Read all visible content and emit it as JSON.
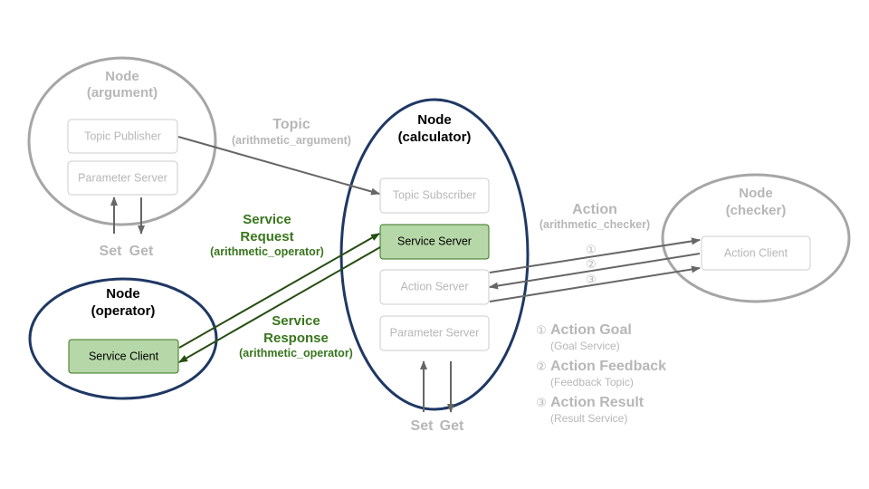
{
  "colors": {
    "grey_node": "#a6a6a6",
    "blue_node": "#1f3864",
    "grey_text": "#b7b7b7",
    "grey_arrow": "#666666",
    "green_text": "#38761d",
    "green_arrow": "#274e13",
    "green_fill": "#b6d7a8",
    "box_border": "#cccccc"
  },
  "nodes": {
    "argument": {
      "title_line1": "Node",
      "title_line2": "(argument)",
      "boxes": {
        "topic_publisher": "Topic Publisher",
        "parameter_server": "Parameter Server"
      },
      "set": "Set",
      "get": "Get"
    },
    "calculator": {
      "title_line1": "Node",
      "title_line2": "(calculator)",
      "boxes": {
        "topic_subscriber": "Topic Subscriber",
        "service_server": "Service Server",
        "action_server": "Action Server",
        "parameter_server": "Parameter Server"
      },
      "set": "Set",
      "get": "Get"
    },
    "operator": {
      "title_line1": "Node",
      "title_line2": "(operator)",
      "boxes": {
        "service_client": "Service Client"
      }
    },
    "checker": {
      "title_line1": "Node",
      "title_line2": "(checker)",
      "boxes": {
        "action_client": "Action Client"
      }
    }
  },
  "labels": {
    "topic": {
      "title": "Topic",
      "sub": "(arithmetic_argument)"
    },
    "service_request": {
      "line1": "Service",
      "line2": "Request",
      "sub": "(arithmetic_operator)"
    },
    "service_response": {
      "line1": "Service",
      "line2": "Response",
      "sub": "(arithmetic_operator)"
    },
    "action": {
      "title": "Action",
      "sub": "(arithmetic_checker)"
    },
    "action_nums": [
      "①",
      "②",
      "③"
    ]
  },
  "legend": [
    {
      "num": "①",
      "title": "Action Goal",
      "sub": "(Goal Service)"
    },
    {
      "num": "②",
      "title": "Action Feedback",
      "sub": "(Feedback Topic)"
    },
    {
      "num": "③",
      "title": "Action Result",
      "sub": "(Result Service)"
    }
  ]
}
